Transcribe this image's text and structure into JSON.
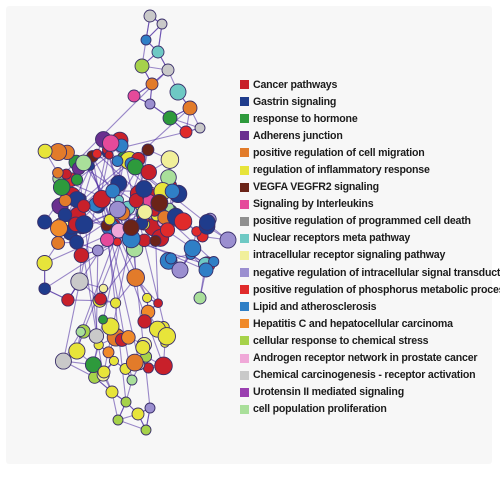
{
  "legend": {
    "items": [
      {
        "label": "Cancer pathways",
        "color": "#c8202a"
      },
      {
        "label": "Gastrin signaling",
        "color": "#1f3c8c"
      },
      {
        "label": "response to hormone",
        "color": "#2e9a3c"
      },
      {
        "label": "Adherens junction",
        "color": "#6a2f8f"
      },
      {
        "label": "positive regulation of cell migration",
        "color": "#e27b2a"
      },
      {
        "label": "regulation of inflammatory response",
        "color": "#e7e43a"
      },
      {
        "label": "VEGFA VEGFR2 signaling",
        "color": "#6b2418"
      },
      {
        "label": "Signaling by Interleukins",
        "color": "#e54a9a"
      },
      {
        "label": "positive regulation of programmed cell death",
        "color": "#8f8f8f"
      },
      {
        "label": "Nuclear receptors meta pathway",
        "color": "#6ec9c4"
      },
      {
        "label": "intracellular receptor signaling pathway",
        "color": "#f1ef9a"
      },
      {
        "label": "negative regulation of intracellular signal transduction",
        "color": "#9b8fd0"
      },
      {
        "label": "positive regulation of phosphorus metabolic process",
        "color": "#e02a2a"
      },
      {
        "label": "Lipid and atherosclerosis",
        "color": "#2f7fc6"
      },
      {
        "label": "Hepatitis C and hepatocellular carcinoma",
        "color": "#f08a2a"
      },
      {
        "label": "cellular response to chemical stress",
        "color": "#a6d24a"
      },
      {
        "label": "Androgen receptor network in prostate cancer",
        "color": "#f0a8d8"
      },
      {
        "label": "Chemical carcinogenesis - receptor activation",
        "color": "#c9c9c9"
      },
      {
        "label": "Urotensin II mediated signaling",
        "color": "#9a3fb0"
      },
      {
        "label": "cell population proliferation",
        "color": "#a9df9a"
      }
    ]
  },
  "network": {
    "edge_color": "#4a2aa0",
    "node_stroke": "#3a2f6a"
  }
}
